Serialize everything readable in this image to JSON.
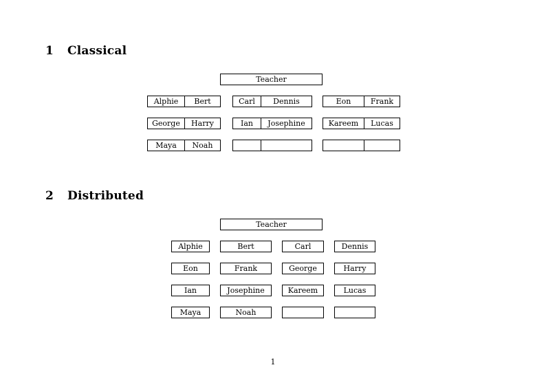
{
  "document": {
    "page_number": "1",
    "sections": [
      {
        "number": "1",
        "title": "Classical",
        "layout": "paired-cells",
        "teacher_label": "Teacher",
        "groups": [
          {
            "name": "group-left",
            "rows": [
              [
                "Alphie",
                "Bert"
              ],
              [
                "George",
                "Harry"
              ],
              [
                "Maya",
                "Noah"
              ]
            ]
          },
          {
            "name": "group-middle",
            "rows": [
              [
                "Carl",
                "Dennis"
              ],
              [
                "Ian",
                "Josephine"
              ],
              [
                "",
                ""
              ]
            ]
          },
          {
            "name": "group-right",
            "rows": [
              [
                "Eon",
                "Frank"
              ],
              [
                "Kareem",
                "Lucas"
              ],
              [
                "",
                ""
              ]
            ]
          }
        ]
      },
      {
        "number": "2",
        "title": "Distributed",
        "layout": "single-cells",
        "teacher_label": "Teacher",
        "rows": [
          [
            "Alphie",
            "Bert",
            "Carl",
            "Dennis"
          ],
          [
            "Eon",
            "Frank",
            "George",
            "Harry"
          ],
          [
            "Ian",
            "Josephine",
            "Kareem",
            "Lucas"
          ],
          [
            "Maya",
            "Noah",
            "",
            ""
          ]
        ]
      }
    ]
  }
}
